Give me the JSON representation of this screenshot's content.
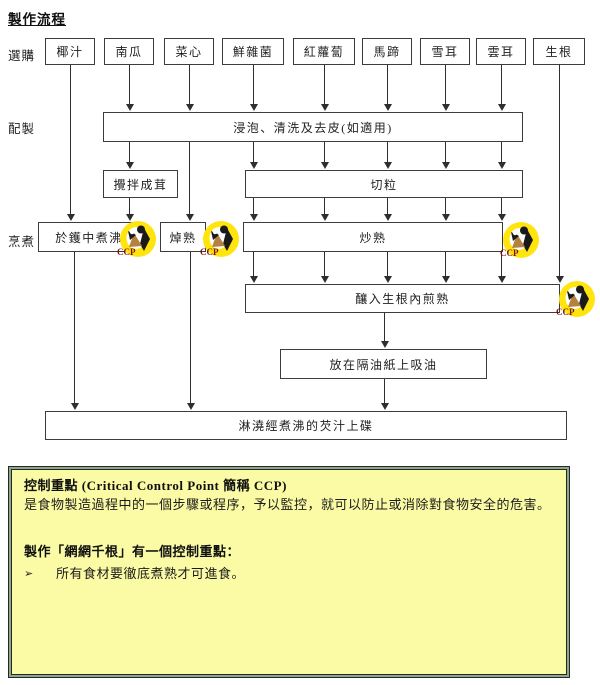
{
  "title": "製作流程",
  "stages": {
    "select": "選購",
    "prepare": "配製",
    "cook": "烹煮"
  },
  "flowchart": {
    "ingredients": [
      "椰汁",
      "南瓜",
      "菜心",
      "鮮雜菌",
      "紅蘿蔔",
      "馬蹄",
      "雪耳",
      "雲耳",
      "生根"
    ],
    "steps": {
      "soak": "浸泡、清洗及去皮(如適用)",
      "blend": "攪拌成茸",
      "dice": "切粒",
      "boil": "於鑊中煮沸",
      "blanch": "焯熟",
      "stir_fry": "炒熟",
      "stuff": "釀入生根內煎熟",
      "drain": "放在隔油紙上吸油",
      "plate": "淋澆經煮沸的芡汁上碟"
    }
  },
  "ccp": {
    "label": "CCP"
  },
  "info_box": {
    "heading": "控制重點 (Critical Control Point 簡稱 CCP)",
    "body": "是食物製造過程中的一個步驟或程序，予以監控，就可以防止或消除對食物安全的危害。",
    "subheading": "製作「網網千根」有一個控制重點：",
    "bullet_marker": "➢",
    "bullet_text": "所有食材要徹底煮熟才可進食。"
  },
  "colors": {
    "ccp_circle": "#FFE40E",
    "ccp_label_text": "#7A1111",
    "info_box_bg": "#FBFBA5",
    "line": "#2E2E2E"
  }
}
